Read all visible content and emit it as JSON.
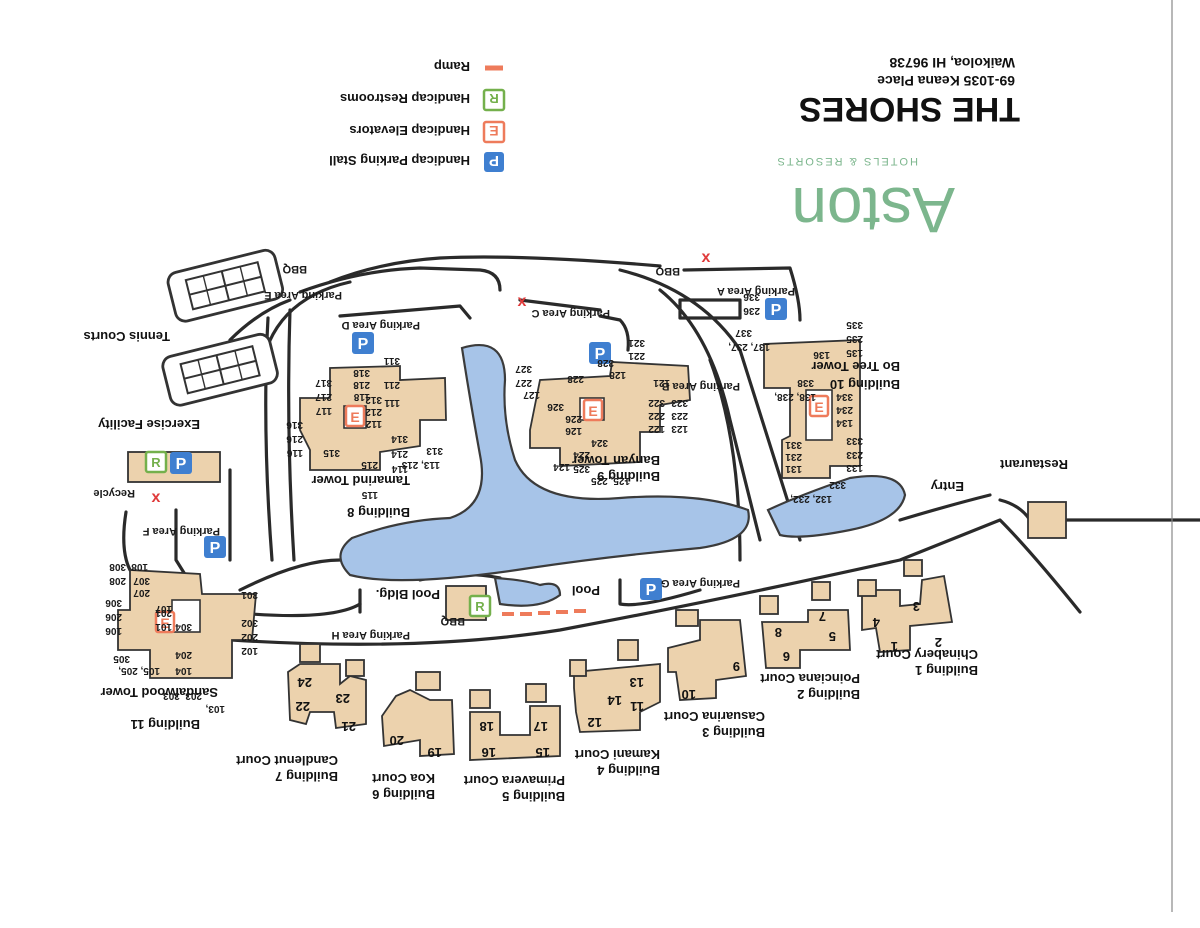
{
  "brand": {
    "logo_text": "Aston",
    "tagline": "HOTELS & RESORTS",
    "color": "#7cb68d"
  },
  "property": {
    "name": "THE SHORES",
    "address": "69-1035 Keana Place",
    "city": "Waikoloa, HI 96738"
  },
  "legend": [
    {
      "letter": "P",
      "label": "Handicap Parking Stall",
      "color": "#3f7fd0"
    },
    {
      "letter": "E",
      "label": "Handicap Elevators",
      "color": "#ee7b5b"
    },
    {
      "letter": "R",
      "label": "Handicap Restrooms",
      "color": "#74b04c"
    },
    {
      "letter": "",
      "label": "Ramp",
      "color": "#ee7b5b"
    }
  ],
  "facilities": {
    "restaurant": "Restaurant",
    "entry": "Entry",
    "tennis": "Tennis Courts",
    "exercise": "Exercise Facility",
    "recycle": "Recycle",
    "pool": "Pool",
    "pool_bldg": "Pool Bldg.",
    "bbq": "BBQ"
  },
  "parking": {
    "a": "Parking Area A",
    "b": "Parking Area B",
    "c": "Parking Area C",
    "d": "Parking Area D",
    "e": "Parking Area E",
    "f": "Parking Area F",
    "g": "Parking Area G",
    "h": "Parking Area H"
  },
  "buildings": {
    "b1": {
      "name": "Building 1",
      "sub": "Chinabery Court"
    },
    "b2": {
      "name": "Building 2",
      "sub": "Poinciana Court"
    },
    "b3": {
      "name": "Building 3",
      "sub": "Casuarina Court"
    },
    "b4": {
      "name": "Building 4",
      "sub": "Kamani Court"
    },
    "b5": {
      "name": "Building 5",
      "sub": "Primavera Court"
    },
    "b6": {
      "name": "Building 6",
      "sub": "Koa Court"
    },
    "b7": {
      "name": "Building 7",
      "sub": "Candlenut Court"
    },
    "b8": {
      "name": "Building 8",
      "sub": "Tamarind Tower"
    },
    "b9": {
      "name": "Building 9",
      "sub": "Banyan Tower"
    },
    "b10": {
      "name": "Building 10",
      "sub": "Bo Tree Tower"
    },
    "b11": {
      "name": "Building 11",
      "sub": "Sandalwood Tower"
    }
  },
  "units": {
    "cottages": [
      "1",
      "2",
      "3",
      "4",
      "5",
      "6",
      "7",
      "8",
      "9",
      "10",
      "11",
      "12",
      "13",
      "14",
      "15",
      "16",
      "17",
      "18",
      "19",
      "20",
      "21",
      "22",
      "23",
      "24"
    ],
    "b8": [
      "113, 213",
      "116",
      "216",
      "316",
      "115",
      "215",
      "114",
      "214",
      "314",
      "112",
      "212",
      "312",
      "315",
      "313",
      "117",
      "217",
      "317",
      "118",
      "218",
      "318",
      "111",
      "211",
      "311"
    ],
    "b9": [
      "125, 225",
      "124",
      "224",
      "324",
      "123",
      "223",
      "323",
      "122",
      "222",
      "322",
      "121",
      "221",
      "321",
      "126",
      "226",
      "326",
      "127",
      "227",
      "327",
      "128",
      "228",
      "328",
      "325"
    ],
    "b10": [
      "132, 232,",
      "332",
      "131",
      "231",
      "331",
      "133",
      "233",
      "333",
      "134",
      "234",
      "334",
      "135",
      "235",
      "335",
      "136",
      "137, 237,",
      "337",
      "138, 238,",
      "338",
      "236",
      "336"
    ],
    "b11": [
      "103,",
      "203, 303",
      "105, 205,",
      "305",
      "106",
      "206",
      "306",
      "104",
      "204",
      "304",
      "107",
      "207",
      "307",
      "108",
      "208",
      "308",
      "101",
      "201",
      "301",
      "102",
      "202",
      "302"
    ]
  }
}
